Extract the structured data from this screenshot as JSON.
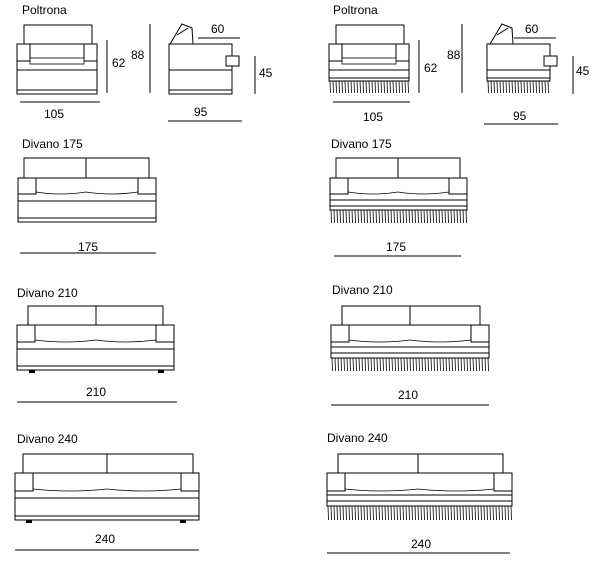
{
  "sections": [
    {
      "title": "Poltrona",
      "variants": [
        {
          "style": "skirt",
          "front_width": "105",
          "height_total": "88",
          "height_arm": "62",
          "side_depth": "95",
          "seat_depth": "60",
          "seat_height": "45"
        },
        {
          "style": "fringe",
          "front_width": "105",
          "height_total": "88",
          "height_arm": "62",
          "side_depth": "95",
          "seat_depth": "60",
          "seat_height": "45"
        }
      ]
    },
    {
      "title": "Divano 175",
      "variants": [
        {
          "style": "skirt",
          "width": "175"
        },
        {
          "style": "fringe",
          "width": "175"
        }
      ]
    },
    {
      "title": "Divano 210",
      "variants": [
        {
          "style": "skirt",
          "width": "210"
        },
        {
          "style": "fringe",
          "width": "210"
        }
      ]
    },
    {
      "title": "Divano 240",
      "variants": [
        {
          "style": "skirt",
          "width": "240"
        },
        {
          "style": "fringe",
          "width": "240"
        }
      ]
    }
  ]
}
